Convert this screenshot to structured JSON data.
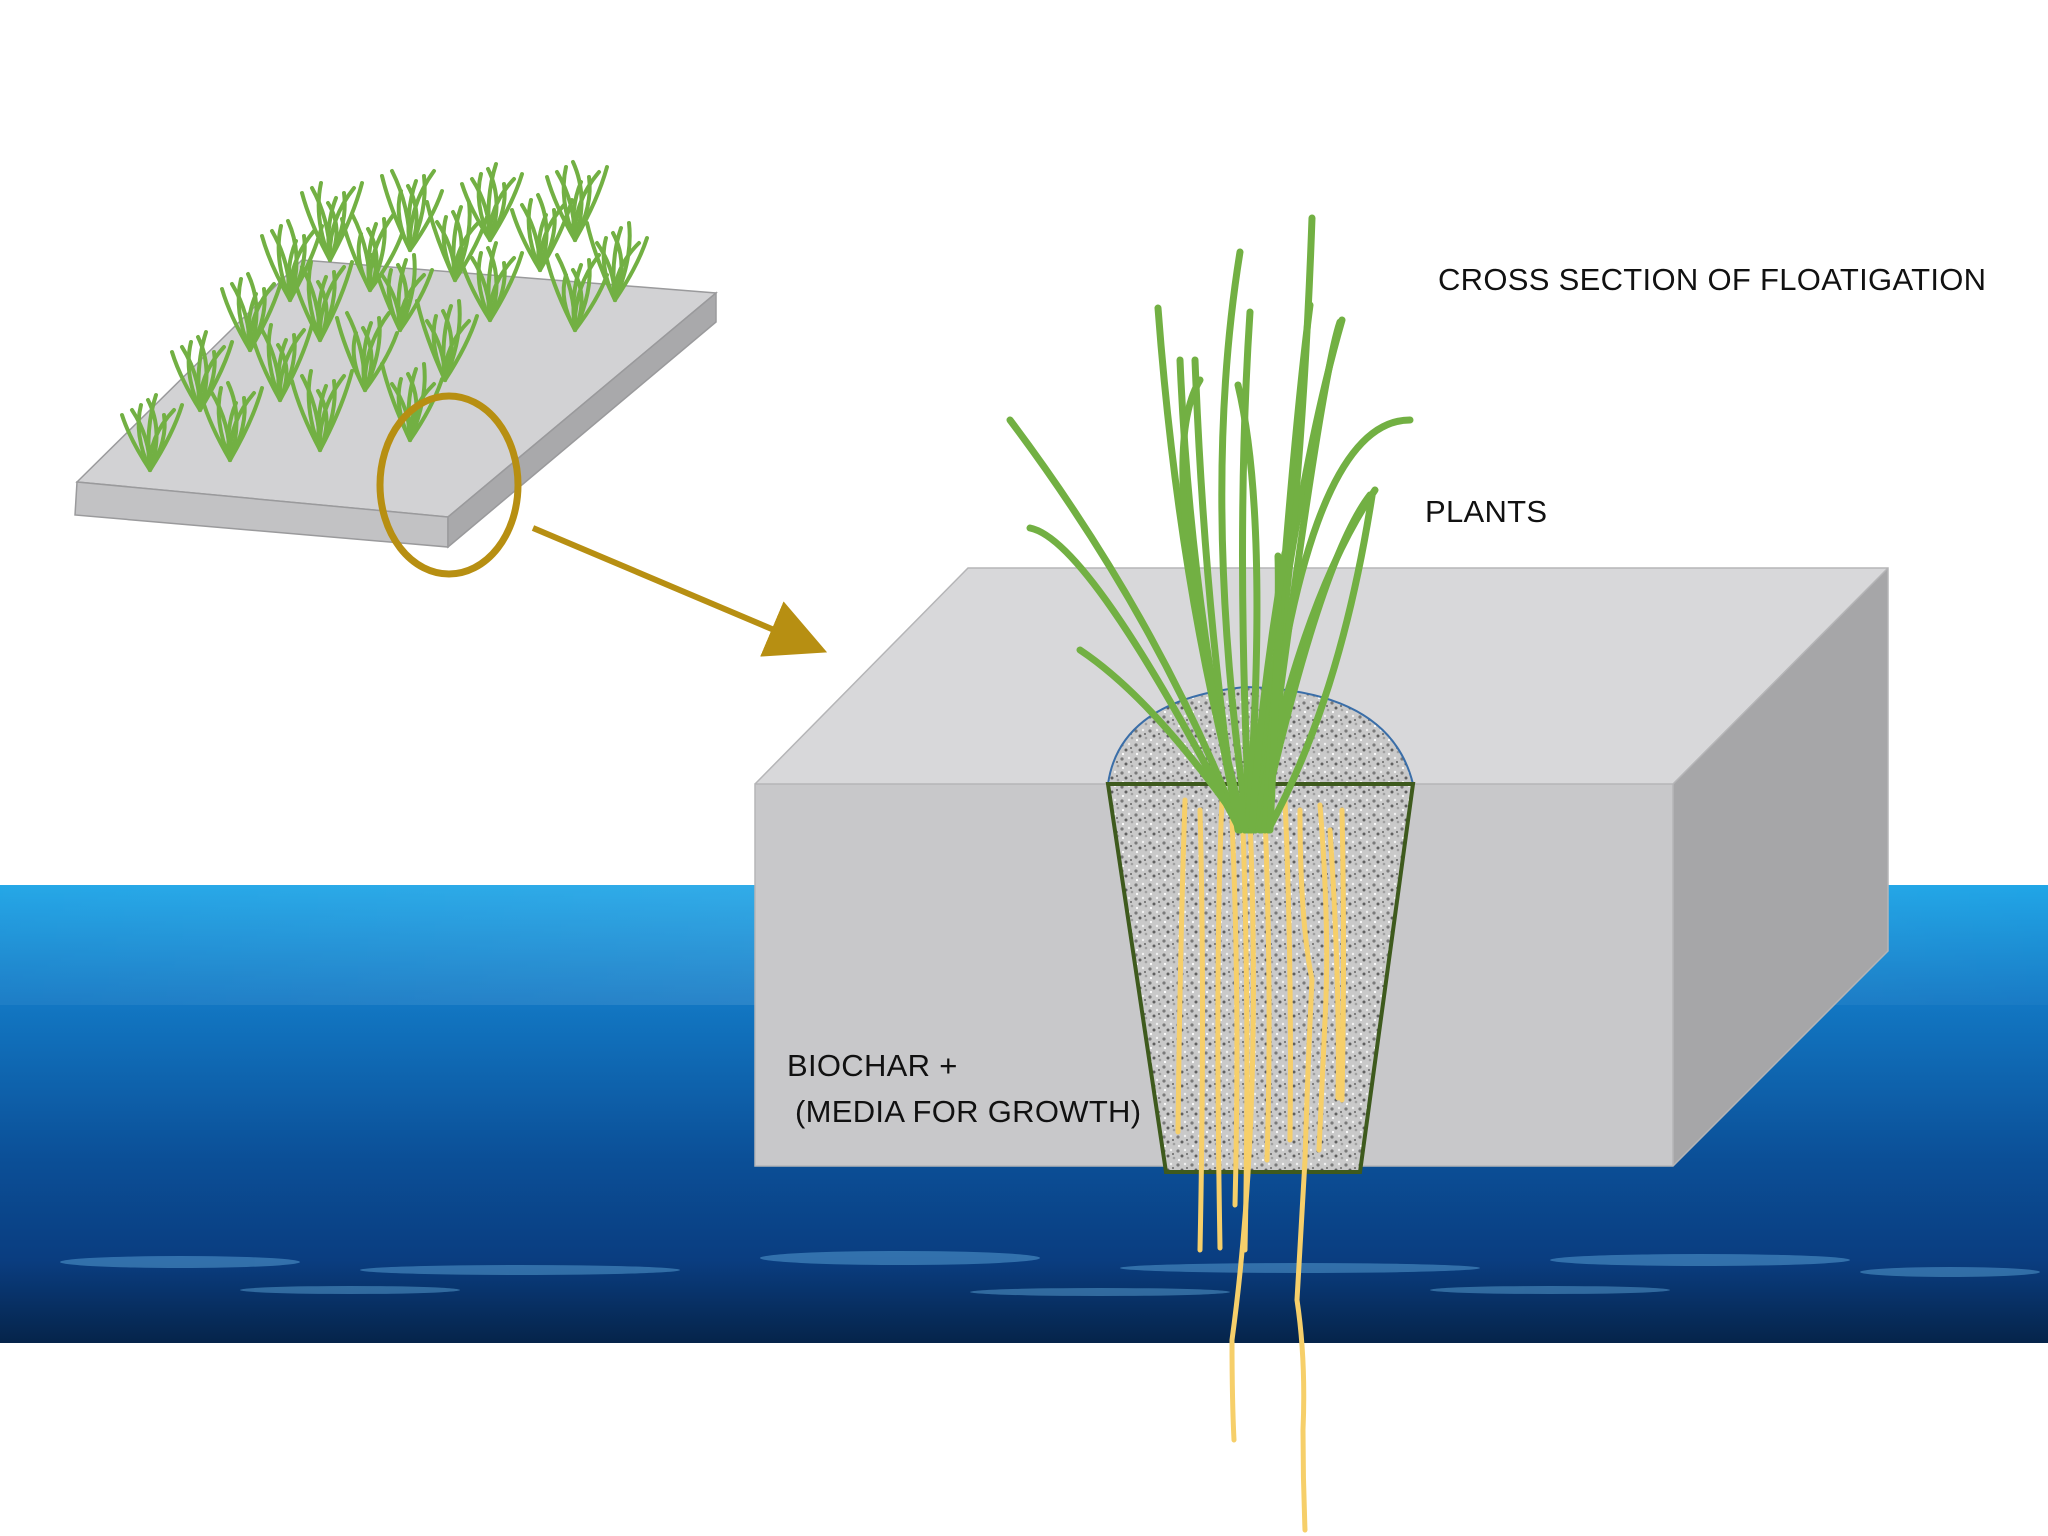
{
  "labels": {
    "title": "CROSS SECTION OF FLOATIGATION",
    "plants": "PLANTS",
    "media_line1": "BIOCHAR +",
    "media_line2": " (MEDIA FOR GROWTH)"
  },
  "colors": {
    "background": "#ffffff",
    "platform_top": "#d7d7d9",
    "platform_front": "#c6c6c8",
    "platform_side": "#a6a6a8",
    "water_top": "#1aa3e6",
    "water_mid": "#0f5da8",
    "water_bottom": "#06274f",
    "leaf_green": "#72b043",
    "root_yellow": "#f6cf6a",
    "callout_gold": "#b78f12",
    "pot_outline": "#3e5a1d",
    "media_speckle": "#9a9a9a"
  },
  "icons": {
    "thumbnail": "floating-raft-with-plants",
    "callout": "circle-zoom-callout",
    "arrow": "arrow-right-down-icon"
  }
}
